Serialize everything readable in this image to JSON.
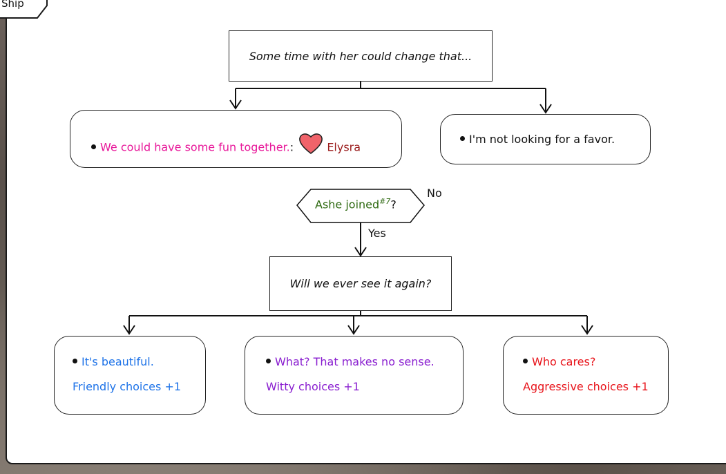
{
  "tab_title": "Ship",
  "intro_text": "Some time with her could change that...",
  "option_fun": {
    "text": "We could have some fun together.",
    "colon": ":",
    "character": "Elysra"
  },
  "option_favor": {
    "text": "I'm not looking for a favor."
  },
  "condition": {
    "text": "Ashe joined",
    "superscript": "#7",
    "question": "?",
    "no_label": "No",
    "yes_label": "Yes"
  },
  "question_text": "Will we ever see it again?",
  "choices": [
    {
      "text": "It's beautiful.",
      "effect": "Friendly choices +1",
      "color": "#1e73e8"
    },
    {
      "text": "What? That makes no sense.",
      "effect": "Witty choices +1",
      "color": "#8a1fd0"
    },
    {
      "text": "Who cares?",
      "effect": "Aggressive choices +1",
      "color": "#e8141b"
    }
  ],
  "colors": {
    "romance": "#e8189a",
    "character": "#9a1b1b",
    "condition": "#2f6a12",
    "heart": "#f0636a"
  }
}
